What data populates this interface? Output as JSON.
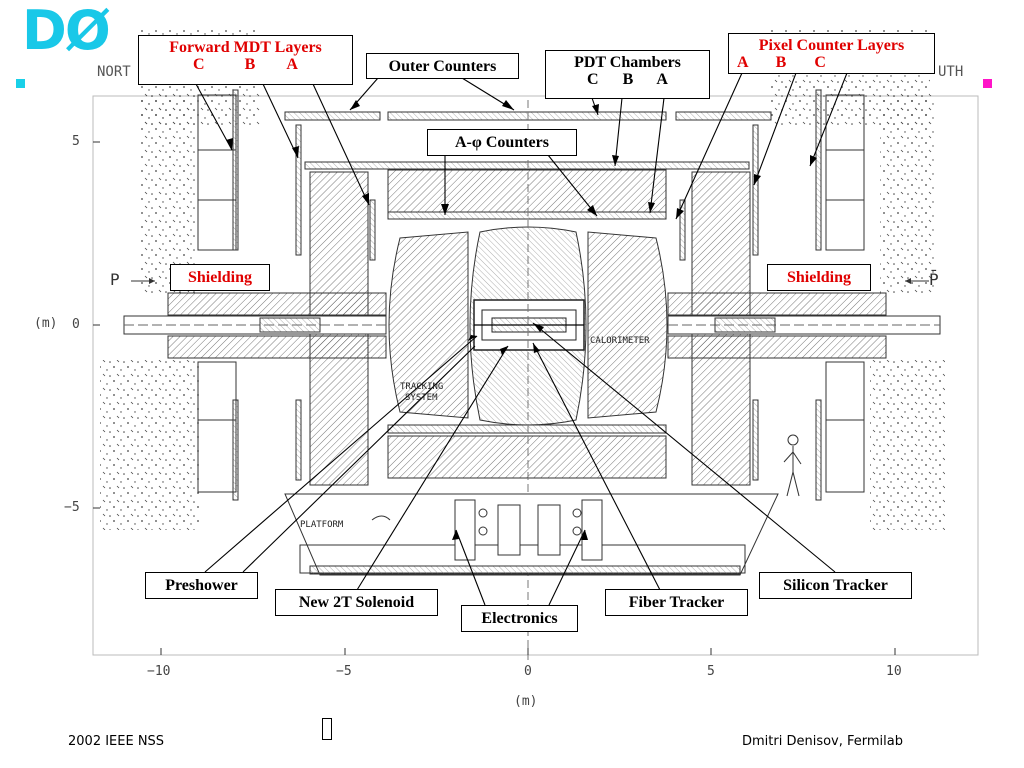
{
  "logo": {
    "text": "DØ",
    "color": "#19c8e8"
  },
  "accent_colors": {
    "left_square": "#19d0e8",
    "right_square": "#ff14c8",
    "label_red": "#e00000"
  },
  "bg_text": {
    "north": "NORT",
    "south": "UTH",
    "p_left": "P",
    "p_right": "P̄"
  },
  "labels": {
    "forward_mdt": {
      "title": "Forward MDT Layers",
      "sub": "C          B        A"
    },
    "outer_counters": "Outer Counters",
    "pdt_chambers": {
      "title": "PDT Chambers",
      "sub": "C      B      A"
    },
    "pixel_counter": {
      "title": "Pixel Counter Layers",
      "sub": "A       B       C"
    },
    "a_phi_counters": "A-φ Counters",
    "shielding_left": "Shielding",
    "shielding_right": "Shielding",
    "preshower": "Preshower",
    "new_solenoid": "New 2T Solenoid",
    "electronics": "Electronics",
    "fiber_tracker": "Fiber Tracker",
    "silicon_tracker": "Silicon Tracker"
  },
  "inner_text": {
    "calorimeter": "CALORIMETER",
    "tracking": "TRACKING",
    "system": "SYSTEM",
    "platform": "PLATFORM"
  },
  "axes": {
    "x_label": "(m)",
    "y_label": "(m)",
    "x_ticks": [
      "−10",
      "−5",
      "0",
      "5",
      "10"
    ],
    "y_ticks": [
      "5",
      "0",
      "−5"
    ]
  },
  "footer": {
    "left": "2002 IEEE NSS",
    "right": "Dmitri Denisov, Fermilab"
  }
}
